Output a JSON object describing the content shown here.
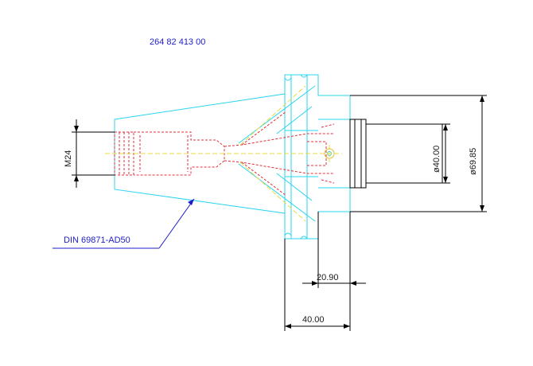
{
  "drawing": {
    "part_number": "264 82 413 00",
    "standard_label": "DIN 69871-AD50"
  },
  "dimensions": {
    "thread": "M24",
    "bore_diameter": "ø40.00",
    "outer_diameter": "ø69.85",
    "flange_offset": "20.90",
    "flange_length": "40.00"
  },
  "colors": {
    "body_outline": "#2ad4ee",
    "hidden_lines": "#e0303c",
    "centerline": "#e8dc3a",
    "dimension_lines": "#000000",
    "annotation": "#1c1cc8"
  }
}
